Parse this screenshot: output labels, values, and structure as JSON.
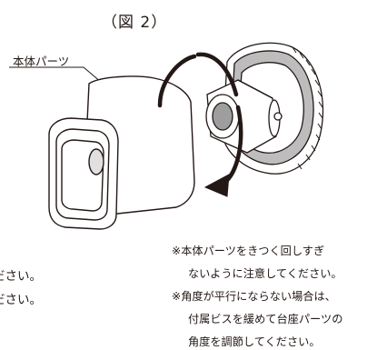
{
  "figure": {
    "title": "（図 2）"
  },
  "labels": {
    "part": "本体パーツ"
  },
  "instructions": [
    "ださい。",
    " ださい。"
  ],
  "notes": [
    "※本体パーツをきつく回しすぎ",
    "ないように注意してください。",
    "※角度が平行にならない場合は、",
    "付属ビスを緩めて台座パーツの",
    "角度を調節してください。"
  ]
}
